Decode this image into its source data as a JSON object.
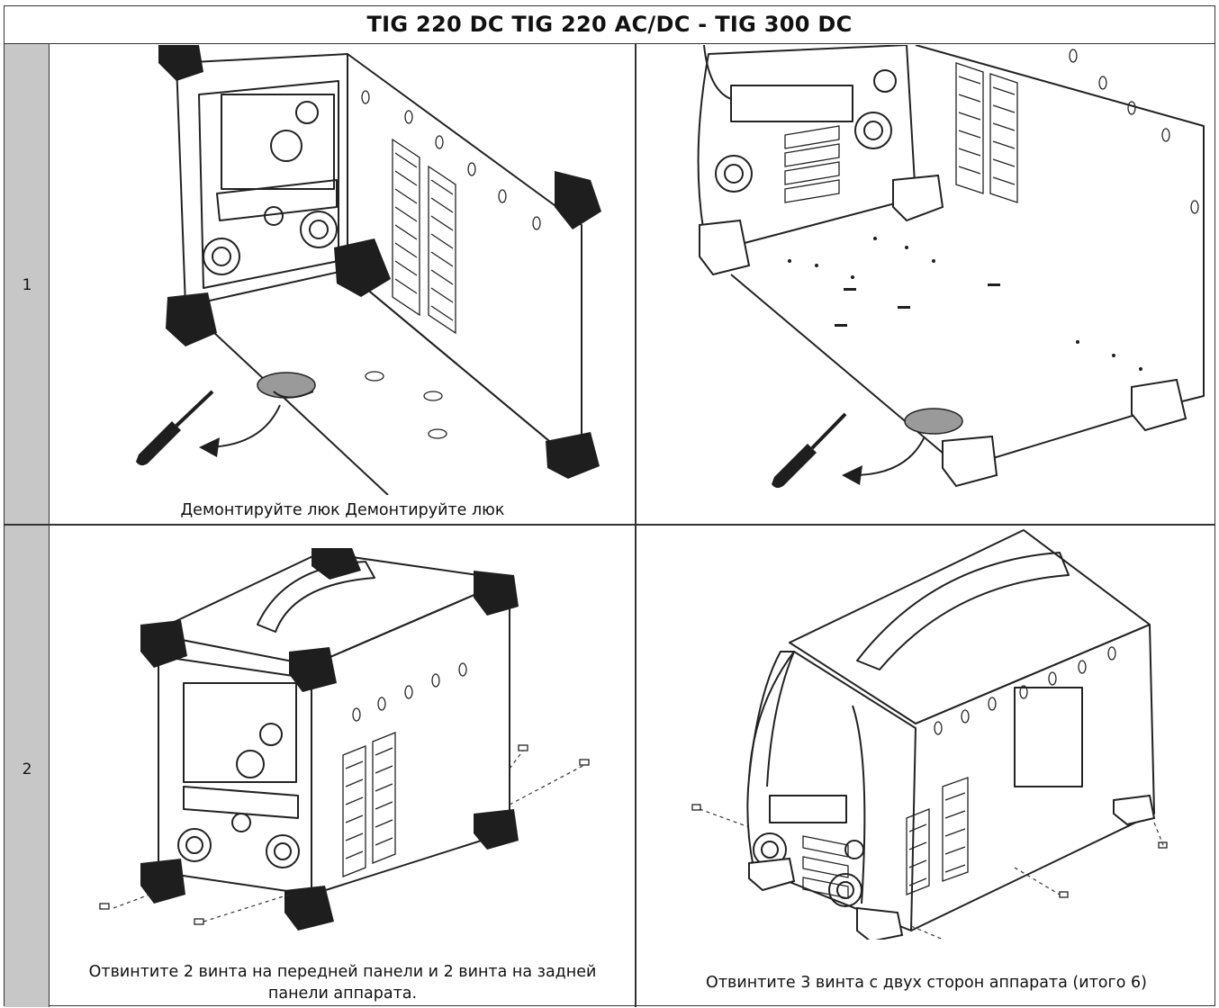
{
  "header": {
    "title": "TIG 220 DC TIG 220 AC/DC - TIG 300 DC"
  },
  "steps": [
    {
      "number": "1",
      "caption_left": "Демонтируйте люк Демонтируйте люк",
      "caption_right": ""
    },
    {
      "number": "2",
      "caption_left": "Отвинтите 2 винта на передней панели и 2 винта на задней панели аппарата.",
      "caption_right": "Отвинтите 3 винта с двух сторон аппарата (итого 6)"
    }
  ],
  "icons": [
    "screwdriver-icon",
    "curved-arrow-icon",
    "screw-icon"
  ]
}
